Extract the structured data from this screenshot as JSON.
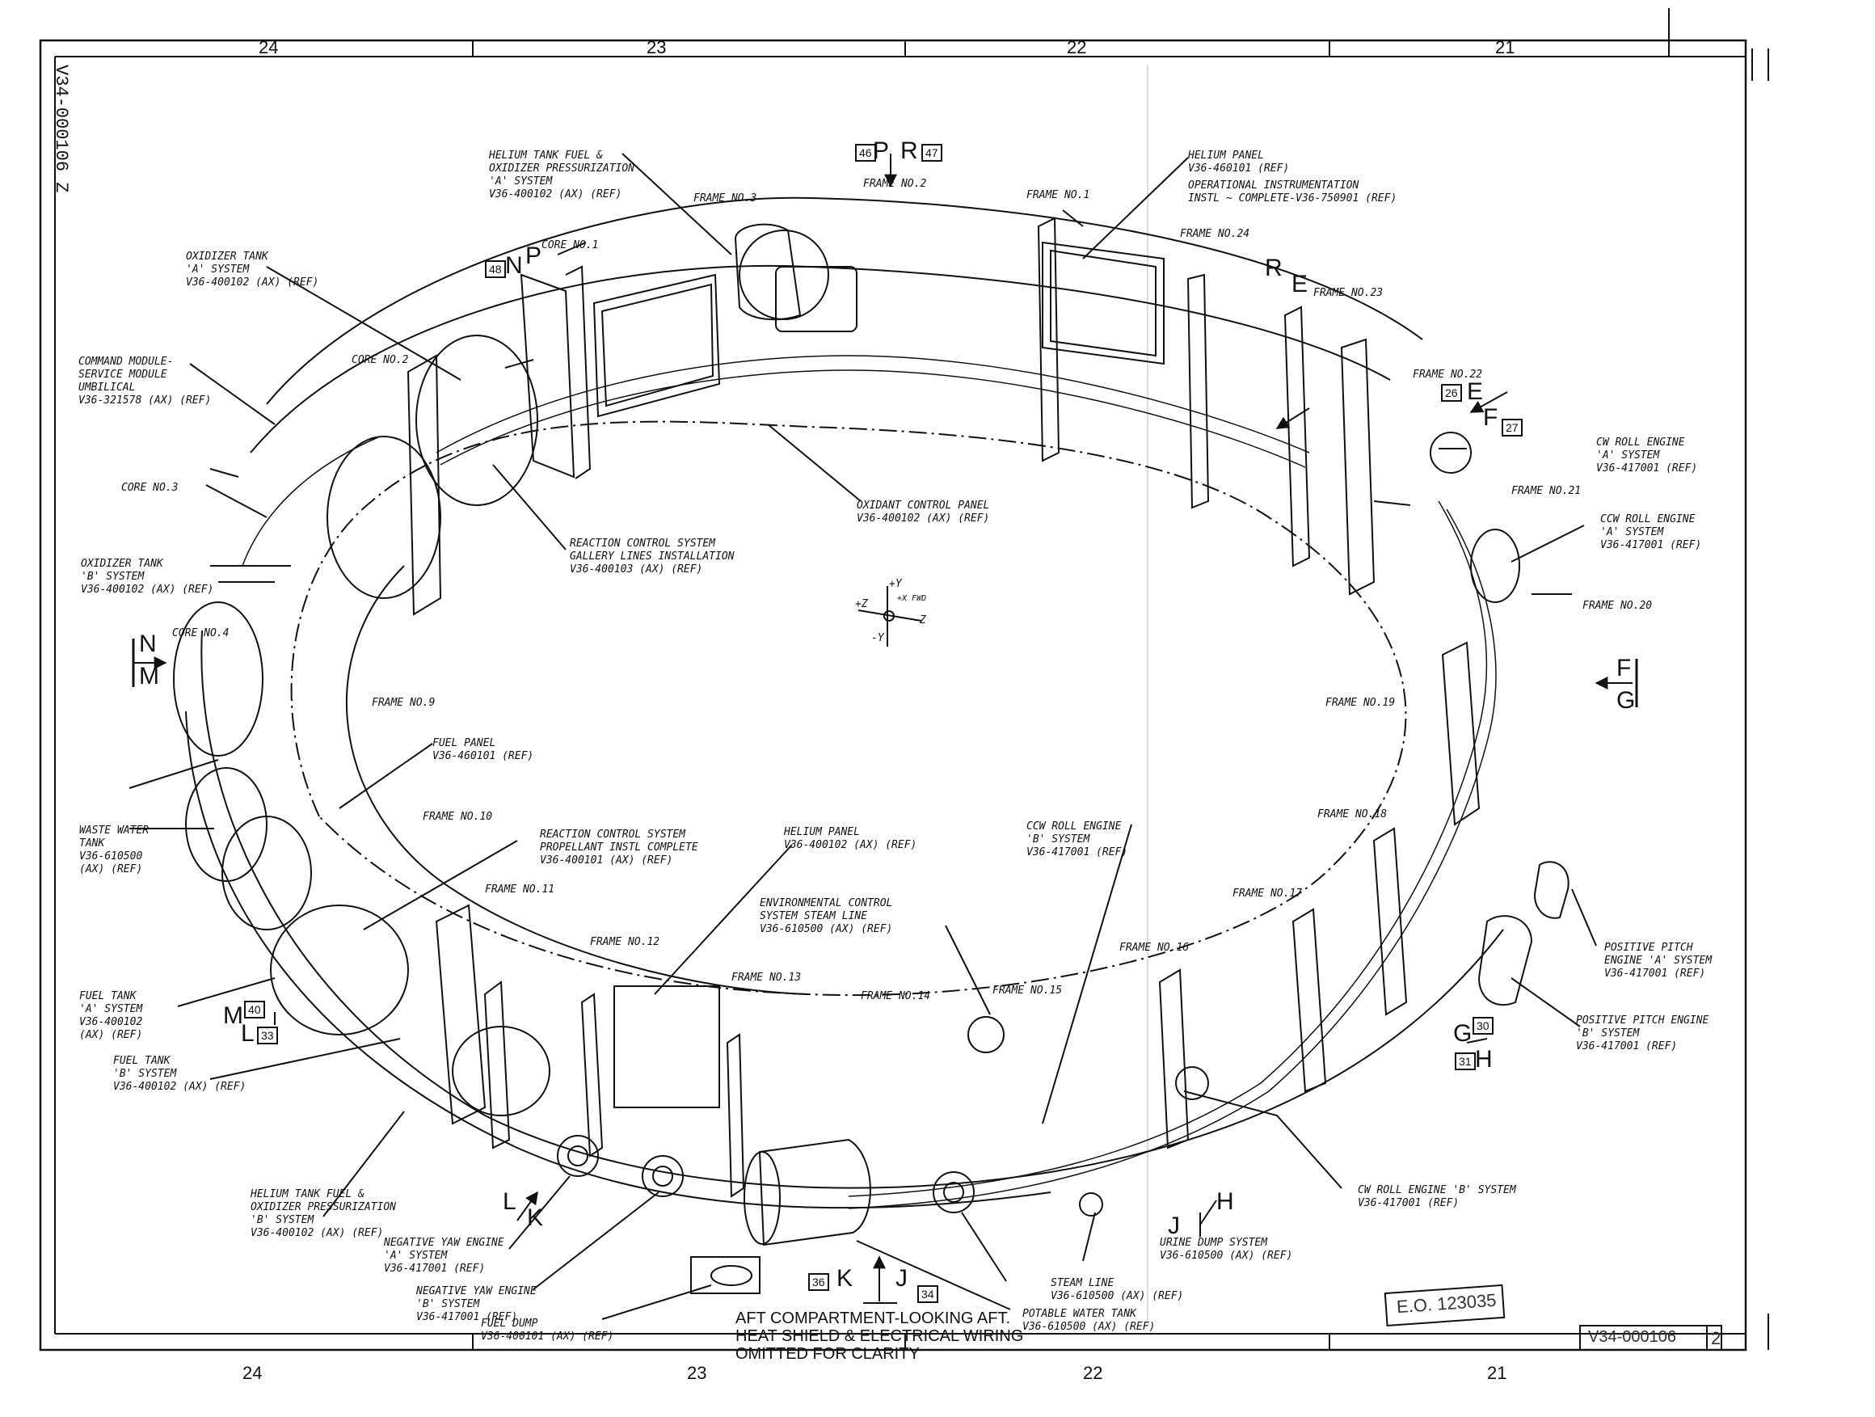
{
  "drawing": {
    "number": "V34-000106",
    "sheet": "2",
    "eo": "E.O. 123035",
    "side_number": "V34-000106 Z",
    "title_note": [
      "AFT COMPARTMENT-LOOKING AFT.",
      "HEAT SHIELD & ELECTRICAL WIRING",
      "OMITTED FOR CLARITY"
    ]
  },
  "zones": {
    "top": [
      "24",
      "23",
      "22",
      "21"
    ],
    "bottom": [
      "24",
      "23",
      "22",
      "21"
    ]
  },
  "section_marks": {
    "pr": {
      "left_num": "46",
      "left": "P",
      "right": "R",
      "right_num": "47"
    },
    "np": {
      "num": "48",
      "left": "N",
      "right": "P"
    },
    "re": {
      "left": "R",
      "right": "E"
    },
    "ef": {
      "num_top": "26",
      "top": "E",
      "bottom": "F",
      "num_bottom": "27"
    },
    "nm": {
      "top": "N",
      "bottom": "M"
    },
    "fg": {
      "top": "F",
      "bottom": "G"
    },
    "ml": {
      "num_top": "40",
      "top": "M",
      "bottom": "L",
      "num_bottom": "33"
    },
    "gh": {
      "num_top": "30",
      "top": "G",
      "bottom": "H",
      "num_bottom": "31"
    },
    "lk": {
      "top": "L",
      "bottom": "K"
    },
    "jh": {
      "left": "J",
      "right": "H"
    },
    "kj": {
      "left_num": "36",
      "left": "K",
      "right": "J",
      "right_num": "34"
    }
  },
  "axes": {
    "px": "+Z",
    "nz": "-Z",
    "py": "+Y",
    "ny": "-Y",
    "flight": "+X FWD"
  },
  "labels": {
    "helium_tank_a": "HELIUM TANK FUEL &\nOXIDIZER PRESSURIZATION\n'A' SYSTEM\nV36-400102 (AX) (REF)",
    "helium_panel_top": "HELIUM PANEL\nV36-460101 (REF)",
    "op_instr": "OPERATIONAL INSTRUMENTATION\nINSTL ~ COMPLETE-V36-750901 (REF)",
    "oxidizer_tank_a": "OXIDIZER TANK\n'A' SYSTEM\nV36-400102 (AX) (REF)",
    "cm_sm_umbilical": "COMMAND MODULE-\nSERVICE MODULE\nUMBILICAL\nV36-321578 (AX) (REF)",
    "oxidizer_tank_b": "OXIDIZER TANK\n'B' SYSTEM\nV36-400102 (AX) (REF)",
    "oxidant_panel": "OXIDANT CONTROL PANEL\nV36-400102 (AX) (REF)",
    "rcs_gallery": "REACTION CONTROL SYSTEM\nGALLERY LINES INSTALLATION\nV36-400103 (AX) (REF)",
    "fuel_panel": "FUEL PANEL\nV36-460101 (REF)",
    "waste_water": "WASTE WATER\nTANK\nV36-610500\n(AX) (REF)",
    "rcs_propellant": "REACTION CONTROL SYSTEM\nPROPELLANT INSTL COMPLETE\nV36-400101 (AX) (REF)",
    "helium_panel_bottom": "HELIUM PANEL\nV36-400102 (AX) (REF)",
    "ccw_roll_b": "CCW ROLL ENGINE\n'B' SYSTEM\nV36-417001 (REF)",
    "ecs_steam": "ENVIRONMENTAL CONTROL\nSYSTEM STEAM LINE\nV36-610500 (AX) (REF)",
    "cw_roll_a": "CW ROLL ENGINE\n'A' SYSTEM\nV36-417001 (REF)",
    "ccw_roll_a": "CCW ROLL ENGINE\n'A' SYSTEM\nV36-417001 (REF)",
    "pos_pitch_a": "POSITIVE PITCH\nENGINE 'A' SYSTEM\nV36-417001 (REF)",
    "pos_pitch_b": "POSITIVE PITCH ENGINE\n'B' SYSTEM\nV36-417001 (REF)",
    "fuel_tank_a": "FUEL TANK\n'A' SYSTEM\nV36-400102\n(AX) (REF)",
    "fuel_tank_b": "FUEL TANK\n'B' SYSTEM\nV36-400102 (AX) (REF)",
    "helium_tank_b": "HELIUM TANK FUEL &\nOXIDIZER PRESSURIZATION\n'B' SYSTEM\nV36-400102 (AX) (REF)",
    "neg_yaw_a": "NEGATIVE YAW ENGINE\n'A' SYSTEM\nV36-417001 (REF)",
    "neg_yaw_b": "NEGATIVE YAW ENGINE\n'B' SYSTEM\nV36-417001 (REF)",
    "fuel_dump": "FUEL DUMP\nV36-400101 (AX) (REF)",
    "potable_water": "POTABLE WATER TANK\nV36-610500 (AX) (REF)",
    "steam_line": "STEAM LINE\nV36-610500 (AX) (REF)",
    "urine_dump": "URINE DUMP SYSTEM\nV36-610500 (AX) (REF)",
    "cw_roll_b": "CW ROLL ENGINE 'B' SYSTEM\nV36-417001 (REF)"
  },
  "frames": {
    "f1": "FRAME NO.1",
    "f2": "FRAME NO.2",
    "f3": "FRAME NO.3",
    "f9": "FRAME NO.9",
    "f10": "FRAME NO.10",
    "f11": "FRAME NO.11",
    "f12": "FRAME NO.12",
    "f13": "FRAME NO.13",
    "f14": "FRAME NO.14",
    "f15": "FRAME NO.15",
    "f16": "FRAME NO.16",
    "f17": "FRAME NO.17",
    "f18": "FRAME NO.18",
    "f19": "FRAME NO.19",
    "f20": "FRAME NO.20",
    "f21": "FRAME NO.21",
    "f22": "FRAME NO.22",
    "f23": "FRAME NO.23",
    "f24": "FRAME NO.24",
    "c1": "CORE NO.1",
    "c2": "CORE NO.2",
    "c3": "CORE NO.3",
    "c4": "CORE NO.4"
  }
}
